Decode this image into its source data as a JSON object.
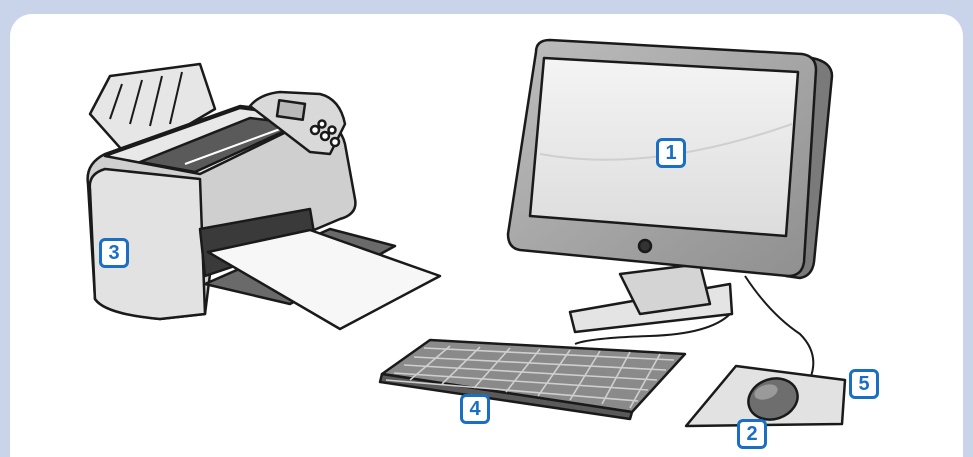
{
  "labels": {
    "monitor": "1",
    "mouse": "2",
    "printer": "3",
    "keyboard": "4",
    "mousepad": "5"
  },
  "colors": {
    "background": "#c9d3ea",
    "panel": "#ffffff",
    "badge_border": "#1b6fc2",
    "badge_text": "#1b6fc2"
  }
}
